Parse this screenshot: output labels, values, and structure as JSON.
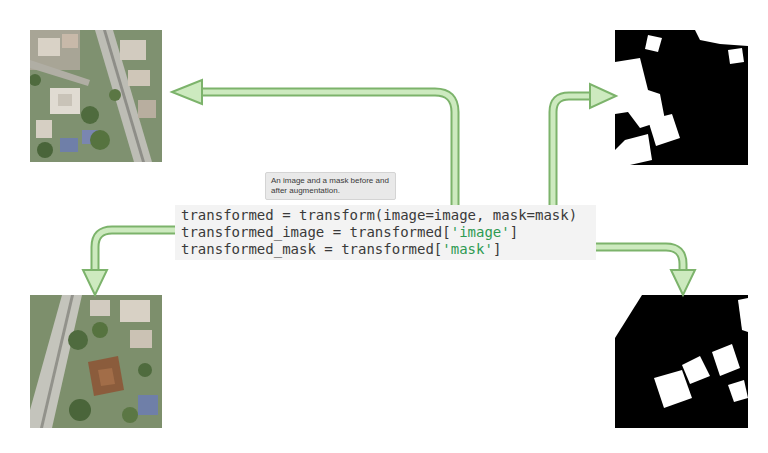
{
  "diagram": {
    "nodes": [
      {
        "text": [
          "An image and a mask before and after augmentation."
        ]
      },
      {
        "text": [
          "transformed = transform(image=image, mask=mask)",
          "transformed_image = transformed['image']",
          "transformed_mask = transformed['mask']"
        ]
      }
    ]
  }
}
